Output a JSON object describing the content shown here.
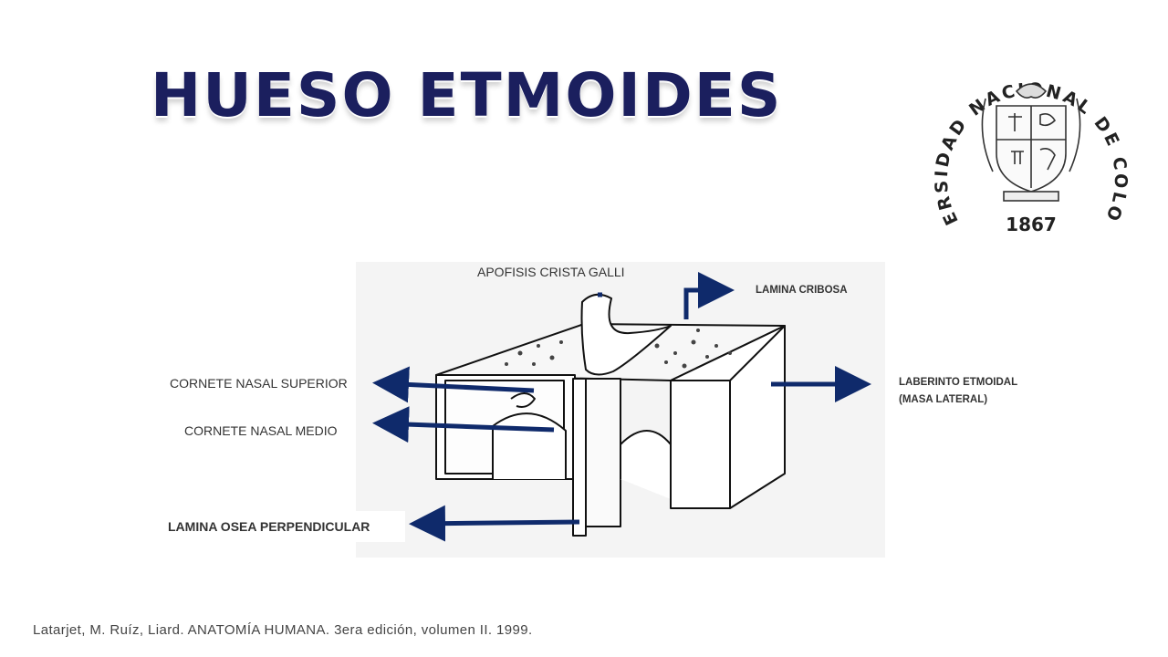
{
  "slide": {
    "title": "HUESO ETMOIDES",
    "citation": "Latarjet, M. Ruíz, Liard. ANATOMÍA HUMANA. 3era edición, volumen II. 1999."
  },
  "logo": {
    "arc_text": "UNIVERSIDAD NACIONAL DE COLOMBIA",
    "year": "1867"
  },
  "labels": {
    "crista_galli": "APOFISIS CRISTA GALLI",
    "lamina_cribosa": "LAMINA CRIBOSA",
    "cornete_superior": "CORNETE NASAL SUPERIOR",
    "cornete_medio": "CORNETE NASAL MEDIO",
    "lamina_perpendicular": "LAMINA OSEA PERPENDICULAR",
    "laberinto_line1": "LABERINTO ETMOIDAL",
    "laberinto_line2": "(MASA LATERAL)"
  },
  "colors": {
    "title": "#1b1f5e",
    "arrow": "#0f2a6b",
    "figure_bg": "#f4f4f4"
  }
}
